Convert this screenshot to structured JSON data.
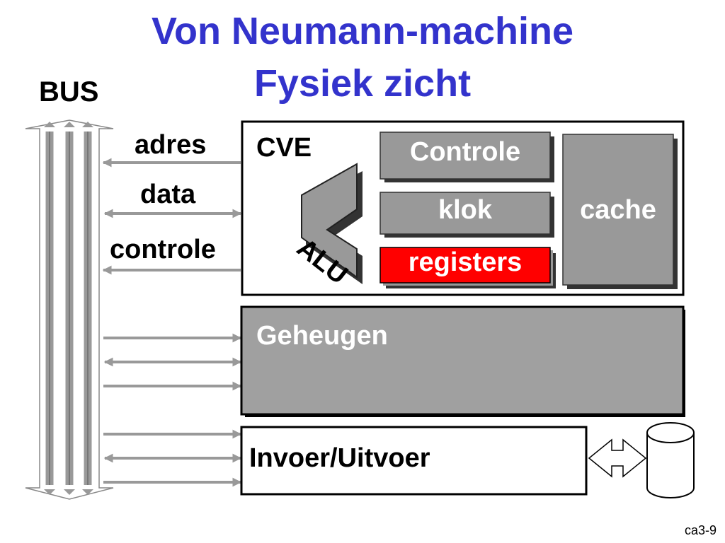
{
  "title": {
    "line1": "Von Neumann-machine",
    "line2": "Fysiek zicht"
  },
  "bus": {
    "label": "BUS",
    "lines": [
      {
        "label": "adres",
        "direction": "to-bus"
      },
      {
        "label": "data",
        "direction": "both"
      },
      {
        "label": "controle",
        "direction": "to-bus"
      }
    ]
  },
  "cpu": {
    "label": "CVE",
    "alu_label": "ALU",
    "units": {
      "control": "Controle",
      "clock": "klok",
      "registers": "registers",
      "cache": "cache"
    }
  },
  "memory": {
    "label": "Geheugen"
  },
  "io": {
    "label": "Invoer/Uitvoer"
  },
  "footer": {
    "slide_id": "ca3-9"
  },
  "colors": {
    "title": "#3333cc",
    "unit_fill": "#999999",
    "registers_fill": "#ff0000",
    "memory_fill": "#a0a0a0",
    "arrow": "#999999"
  }
}
